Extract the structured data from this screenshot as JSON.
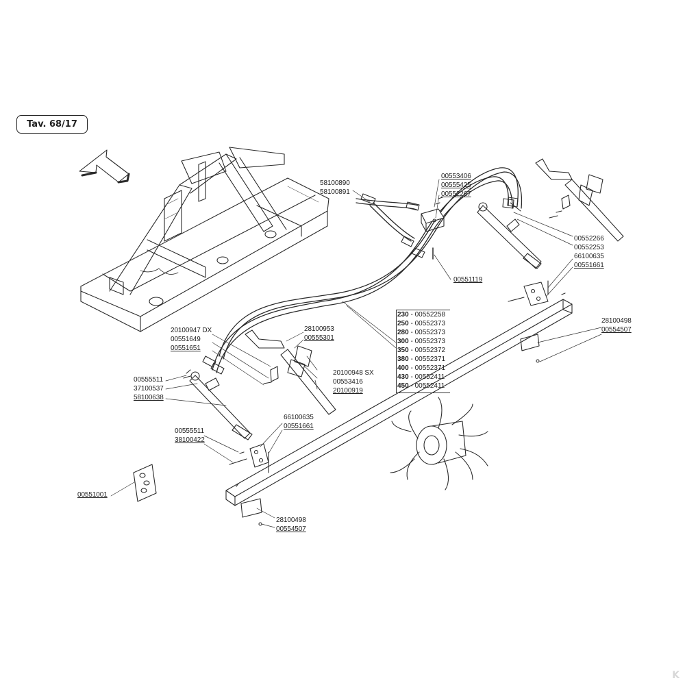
{
  "plate": {
    "title": "Tav. 68/17"
  },
  "labels": {
    "l58100890": "58100890",
    "l58100891": "58100891",
    "l00553406": "00553406",
    "l00555425": "00555425",
    "l00552267": "00552267",
    "l00552266": "00552266",
    "l00552253": "00552253",
    "l66100635a": "66100635",
    "l00551661a": "00551661",
    "l00551119": "00551119",
    "l28100498a": "28100498",
    "l00554507a": "00554507",
    "l20100947dx": "20100947 DX",
    "l00551649": "00551649",
    "l00551651": "00551651",
    "l28100953": "28100953",
    "l00555301": "00555301",
    "l20100948sx": "20100948 SX",
    "l00553416": "00553416",
    "l20100919": "20100919",
    "l00555511a": "00555511",
    "l37100537": "37100537",
    "l58100638": "58100638",
    "l66100635b": "66100635",
    "l00551661b": "00551661",
    "l00555511b": "00555511",
    "l38100422": "38100422",
    "l00551001": "00551001",
    "l28100498b": "28100498",
    "l00554507b": "00554507"
  },
  "sizes": [
    {
      "width": "230",
      "code": "00552258"
    },
    {
      "width": "250",
      "code": "00552373"
    },
    {
      "width": "280",
      "code": "00552373"
    },
    {
      "width": "300",
      "code": "00552373"
    },
    {
      "width": "350",
      "code": "00552372"
    },
    {
      "width": "380",
      "code": "00552371"
    },
    {
      "width": "400",
      "code": "00552371"
    },
    {
      "width": "430",
      "code": "00552411"
    },
    {
      "width": "450",
      "code": "00552411"
    }
  ],
  "colors": {
    "ink": "#222222",
    "hatch": "#555555",
    "watermark": "#d8d8d8"
  }
}
